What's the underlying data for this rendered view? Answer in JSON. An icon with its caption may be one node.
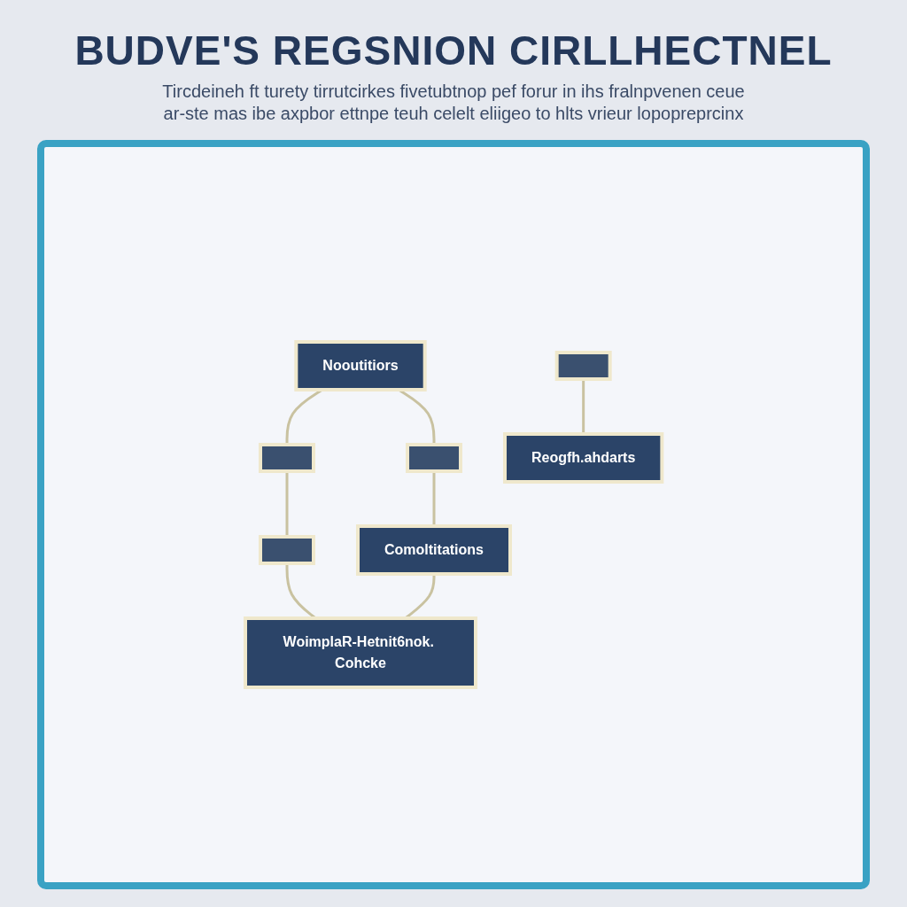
{
  "diagram": {
    "title": "BUDVE'S REGSNION CIRLLHECTNEL",
    "nodes": [
      {
        "text": [
          "Nooutitiors"
        ]
      },
      {
        "text": [],
        "shape": "box"
      },
      {
        "text": [],
        "shape": "box"
      },
      {
        "text": [
          "Reogfh.ahdarts"
        ]
      },
      {
        "text": [],
        "shape": "box"
      },
      {
        "text": [],
        "shape": "box"
      },
      {
        "text": [
          "Comoltitations"
        ]
      },
      {
        "text": [
          "WoimplaR-Hetnit6nok. Cohcke"
        ]
      }
    ],
    "edges": [
      {
        "from": 0,
        "to": 4,
        "arrow": "none"
      },
      {
        "from": 0,
        "to": 1,
        "arrow": "none"
      },
      {
        "from": 1,
        "to": 6,
        "arrow": "none"
      },
      {
        "from": 2,
        "to": 3,
        "arrow": "none"
      },
      {
        "from": 4,
        "to": 5,
        "arrow": "none"
      },
      {
        "from": 5,
        "to": 7,
        "arrow": "none"
      },
      {
        "from": 6,
        "to": 7,
        "arrow": "none"
      }
    ],
    "labels": [
      "Tircdeineh ft turety tirrutcirkes fivetubtnop pef forur in ihs fralnpvenen ceue",
      "ar-ste mas ibe axpbor ettnpe teuh celelt eliigeo to hlts vrieur lopopreprcinx"
    ]
  }
}
